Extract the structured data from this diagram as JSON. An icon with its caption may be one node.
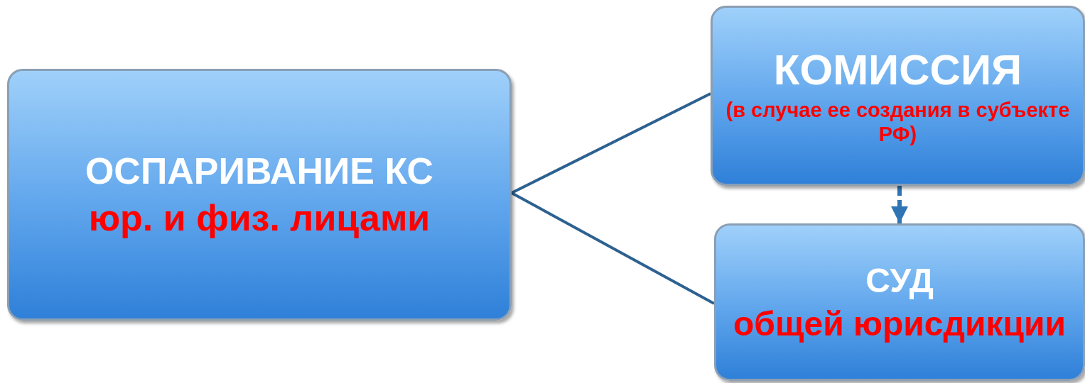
{
  "diagram": {
    "nodes": [
      {
        "text": [
          "ОСПАРИВАНИЕ КС",
          "юр. и физ. лицами"
        ]
      },
      {
        "text": [
          "КОМИССИЯ",
          "(в случае ее создания в субъекте РФ)"
        ]
      },
      {
        "text": [
          "СУД",
          "общей юрисдикции"
        ]
      }
    ],
    "edges": [
      {
        "from": 0,
        "to": 1,
        "arrow": "none"
      },
      {
        "from": 0,
        "to": 2,
        "arrow": "none"
      },
      {
        "from": 1,
        "to": 2,
        "arrow": "to",
        "style": "dashed"
      }
    ]
  }
}
